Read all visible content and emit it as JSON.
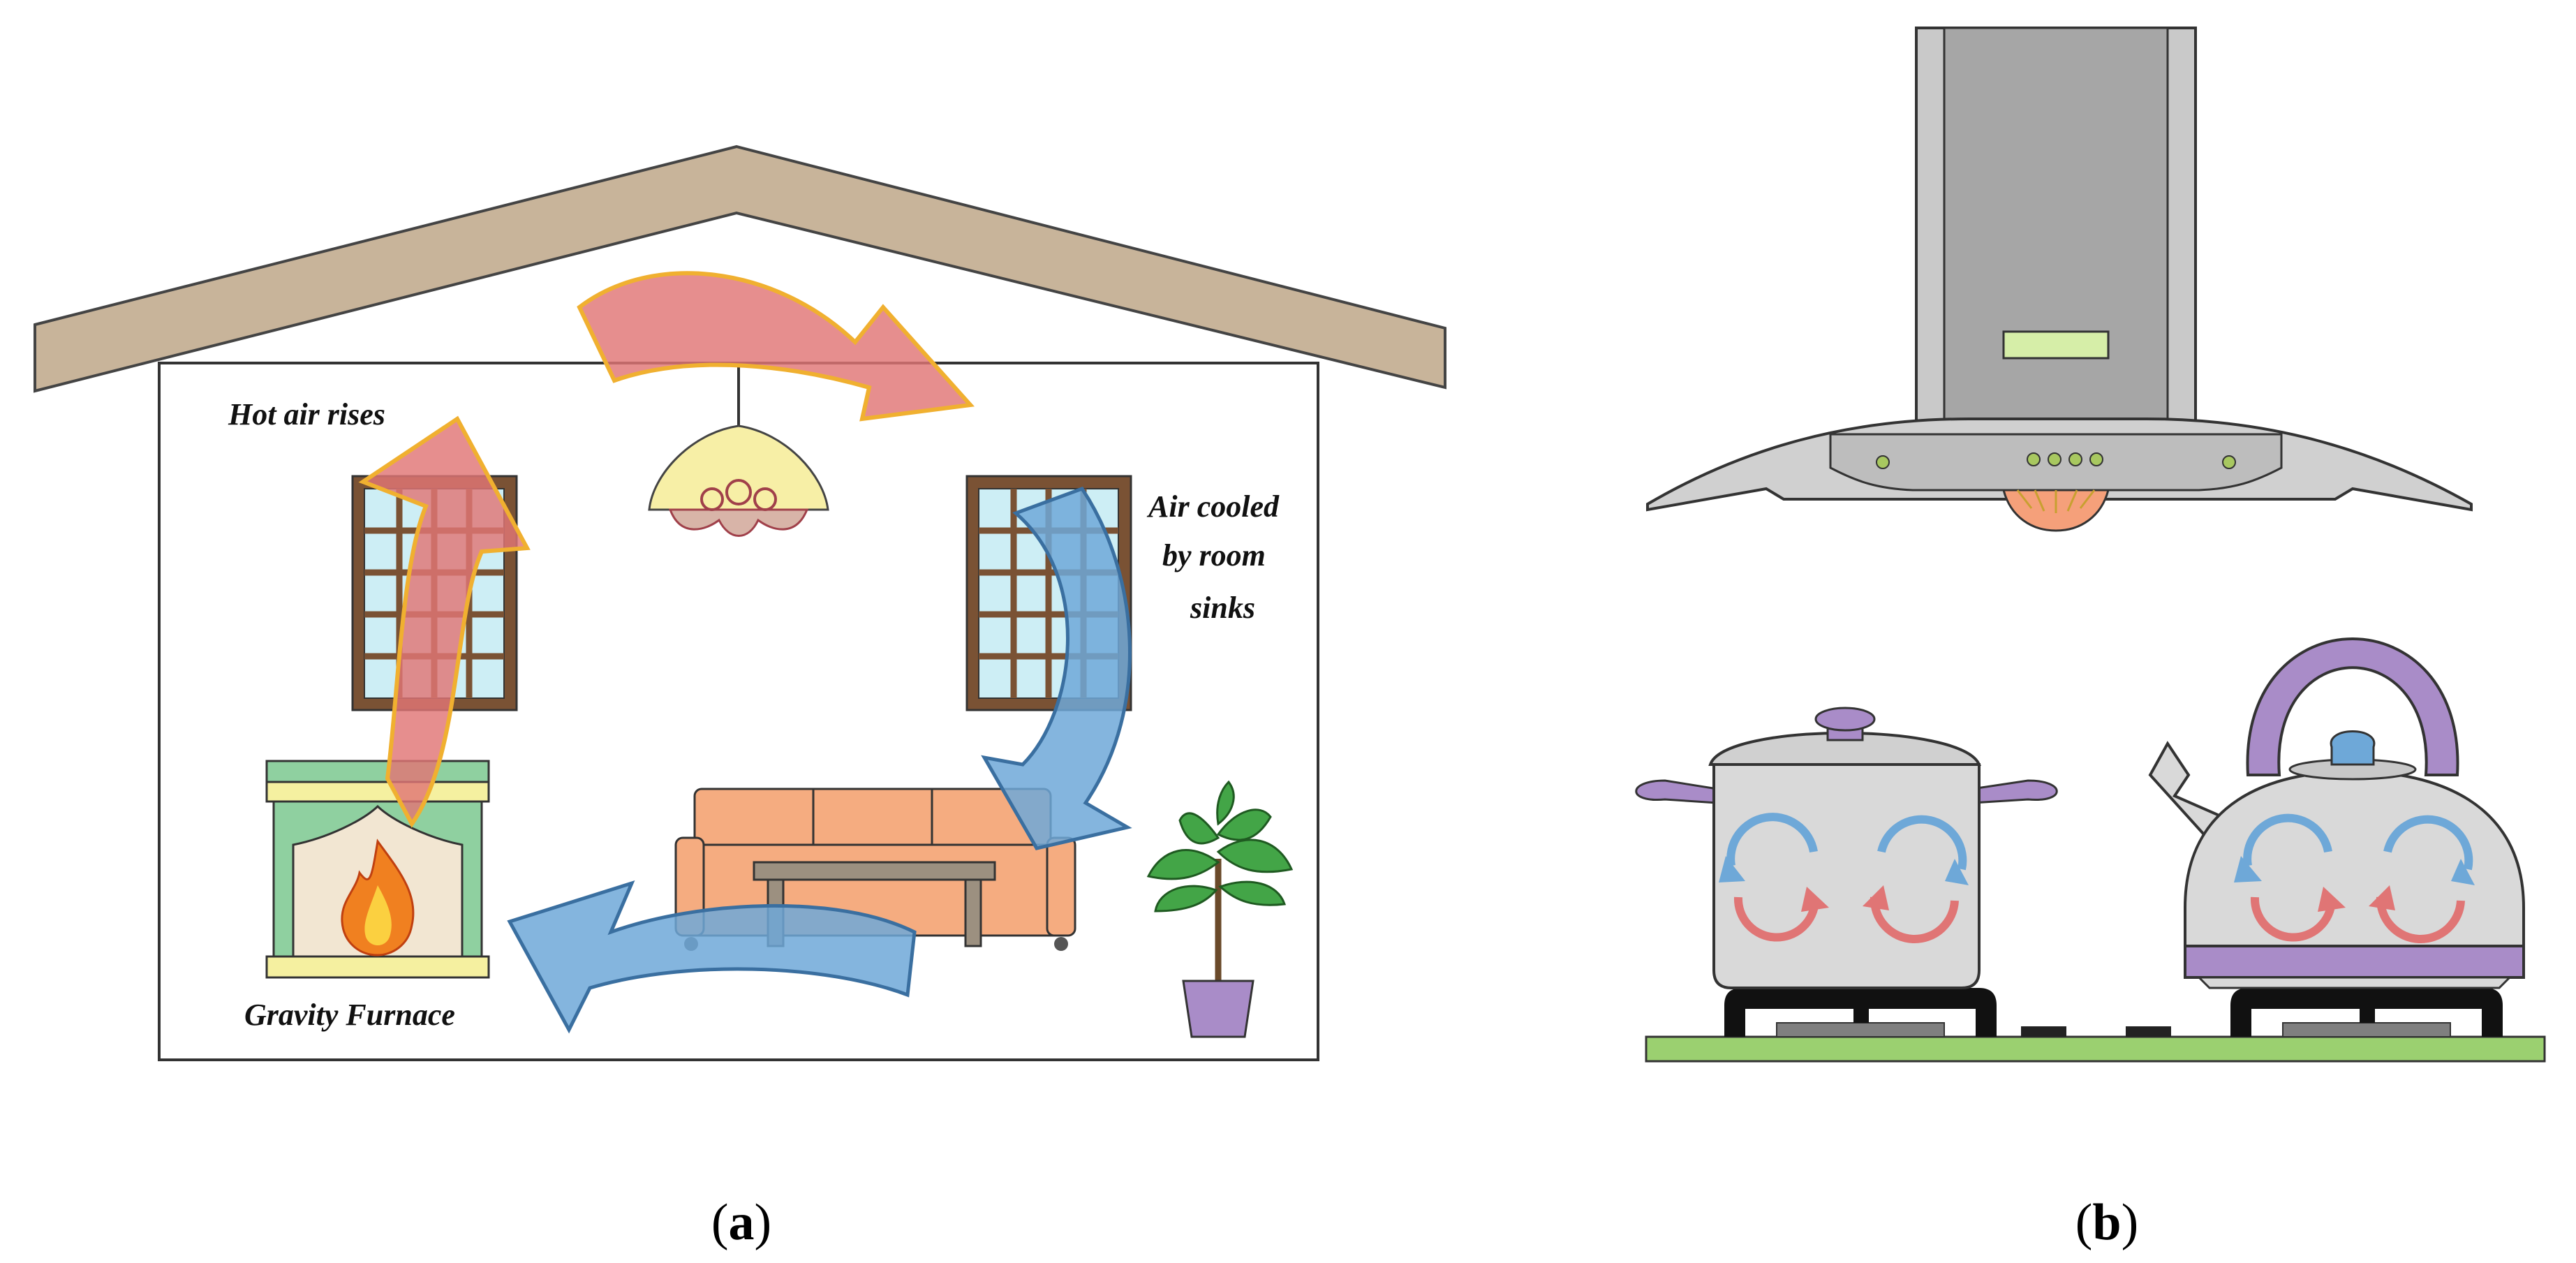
{
  "panel_a": {
    "labels": {
      "hot_air": "Hot air rises",
      "cooled_line1": "Air cooled",
      "cooled_line2": "by room",
      "cooled_line3": "sinks",
      "furnace": "Gravity Furnace"
    },
    "caption": {
      "open": "(",
      "letter": "a",
      "close": ")"
    }
  },
  "panel_b": {
    "caption": {
      "open": "(",
      "letter": "b",
      "close": ")"
    }
  },
  "colors": {
    "roof": "#c8b49a",
    "hot_arrow": "#e07575",
    "hot_outline": "#f0b030",
    "cool_arrow": "#6ea8d8",
    "cool_outline": "#3a6fa0",
    "sofa": "#f5ac80",
    "fireplace": "#8fd0a0",
    "window_frame": "#7a5234",
    "window_glass": "#cdeef5",
    "hood": "#a6a6a6",
    "stove": "#9bd070",
    "pot": "#d9d9d9",
    "kettle_accent": "#a98cc8"
  }
}
